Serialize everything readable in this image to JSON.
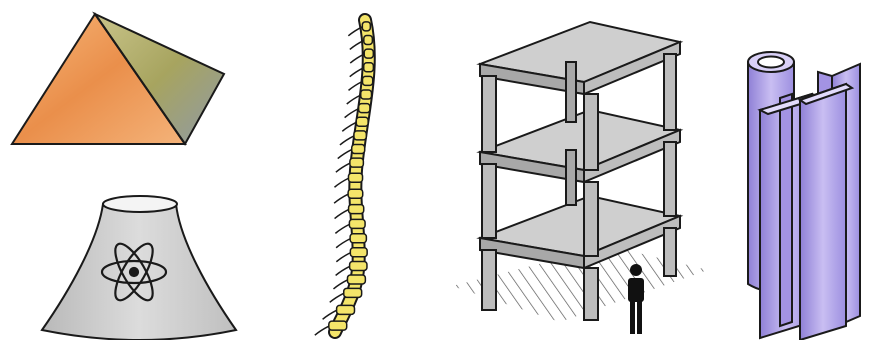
{
  "figure": {
    "panels": [
      {
        "id": "pyramid",
        "icon": "pyramid-icon"
      },
      {
        "id": "reactor",
        "icon": "cooling-tower-icon"
      },
      {
        "id": "spine",
        "icon": "spine-icon"
      },
      {
        "id": "frame",
        "icon": "building-frame-icon"
      },
      {
        "id": "person",
        "icon": "person-icon"
      },
      {
        "id": "columns",
        "icon": "steel-sections-icon"
      }
    ],
    "colors": {
      "pyramid_left": "#f0a05a",
      "pyramid_right": "#b7b07a",
      "concrete": "#cfcfcf",
      "spine": "#f4e56a",
      "steel": "#b7a9e6",
      "outline": "#1a1a1a"
    }
  }
}
